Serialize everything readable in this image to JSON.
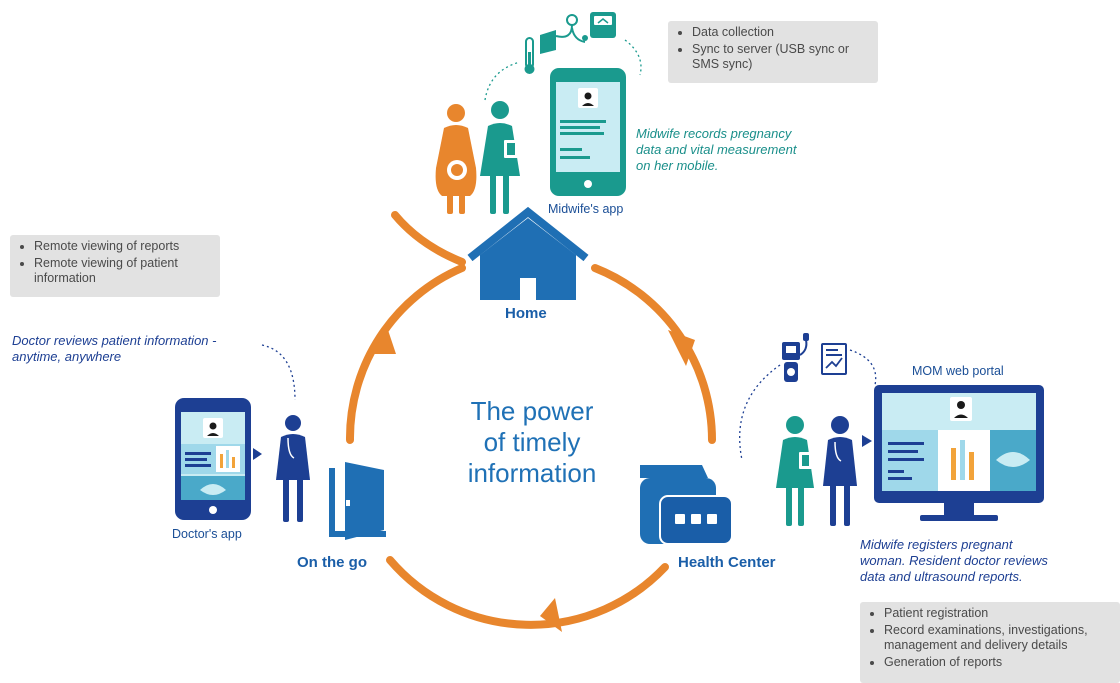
{
  "center_title": [
    "The power",
    "of timely",
    "information"
  ],
  "nodes": {
    "home": "Home",
    "health_center": "Health Center",
    "on_the_go": "On the go"
  },
  "apps": {
    "midwife": "Midwife's app",
    "doctor": "Doctor's app",
    "portal": "MOM web portal"
  },
  "captions": {
    "midwife": [
      "Midwife records pregnancy",
      "data and vital measurement",
      "on her mobile."
    ],
    "doctor": [
      "Doctor reviews patient information -",
      "anytime, anywhere"
    ],
    "health_center": [
      "Midwife registers pregnant",
      "woman. Resident doctor reviews",
      "data and ultrasound reports."
    ]
  },
  "boxes": {
    "home": [
      "Data collection",
      "Sync to server (USB sync or SMS sync)"
    ],
    "on_the_go": [
      "Remote viewing of reports",
      "Remote viewing of patient information"
    ],
    "health_center": [
      "Patient registration",
      "Record examinations, investigations, management and delivery details",
      "Generation of reports"
    ]
  },
  "colors": {
    "orange": "#e8862d",
    "teal": "#1a9a8e",
    "navy": "#1d3f93",
    "blue": "#1f6fb4",
    "screen": "#c9ecf3"
  },
  "icons": [
    "thermometer-icon",
    "blood-pressure-icon",
    "weighing-scale-icon",
    "ultrasound-icon",
    "report-chart-icon",
    "house-icon",
    "door-icon",
    "building-icon"
  ]
}
